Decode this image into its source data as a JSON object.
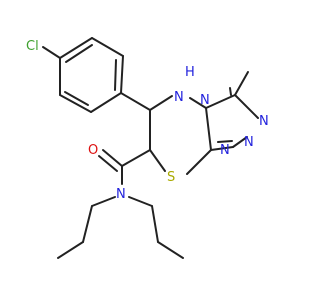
{
  "colors": {
    "bond": "#222222",
    "carbon_text": "#222222",
    "chlorine": "#3fa12f",
    "nitrogen": "#2222dd",
    "oxygen": "#dd1111",
    "sulfur": "#aaaa00"
  },
  "atoms": {
    "cl": "Cl",
    "nh": "H",
    "nh_n": "N",
    "n_ring": "N",
    "n_triazole_1": "N",
    "n_triazole_2": "N",
    "n_bottom": "N",
    "o": "O",
    "s": "S"
  }
}
